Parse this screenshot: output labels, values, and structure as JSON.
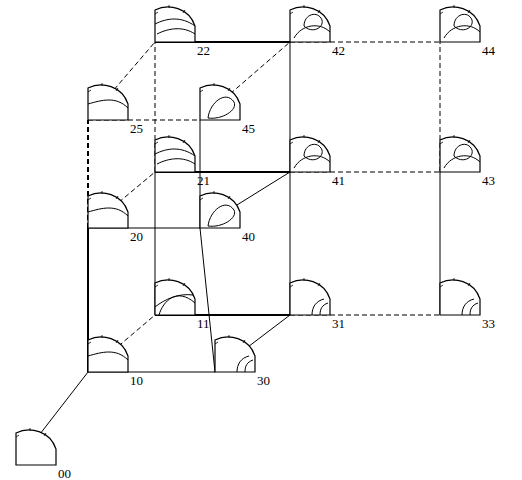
{
  "diagram": {
    "nodes": [
      {
        "text": [
          "00"
        ]
      },
      {
        "text": [
          "10"
        ]
      },
      {
        "text": [
          "30"
        ]
      },
      {
        "text": [
          "11"
        ]
      },
      {
        "text": [
          "31"
        ]
      },
      {
        "text": [
          "33"
        ]
      },
      {
        "text": [
          "20"
        ]
      },
      {
        "text": [
          "40"
        ]
      },
      {
        "text": [
          "21"
        ]
      },
      {
        "text": [
          "41"
        ]
      },
      {
        "text": [
          "43"
        ]
      },
      {
        "text": [
          "25"
        ]
      },
      {
        "text": [
          "45"
        ]
      },
      {
        "text": [
          "22"
        ]
      },
      {
        "text": [
          "42"
        ]
      },
      {
        "text": [
          "44"
        ]
      }
    ],
    "edges": [
      {
        "from": 0,
        "to": 1,
        "arrow": "none"
      },
      {
        "from": 1,
        "to": 2,
        "arrow": "none"
      },
      {
        "from": 1,
        "to": 3,
        "arrow": "none"
      },
      {
        "from": 1,
        "to": 6,
        "arrow": "none"
      },
      {
        "from": 2,
        "to": 4,
        "arrow": "none"
      },
      {
        "from": 2,
        "to": 7,
        "arrow": "none"
      },
      {
        "from": 3,
        "to": 4,
        "arrow": "none"
      },
      {
        "from": 3,
        "to": 8,
        "arrow": "none"
      },
      {
        "from": 4,
        "to": 5,
        "arrow": "none"
      },
      {
        "from": 4,
        "to": 9,
        "arrow": "none"
      },
      {
        "from": 6,
        "to": 8,
        "arrow": "none"
      },
      {
        "from": 6,
        "to": 7,
        "arrow": "none"
      },
      {
        "from": 6,
        "to": 11,
        "arrow": "none"
      },
      {
        "from": 7,
        "to": 9,
        "arrow": "none"
      },
      {
        "from": 7,
        "to": 12,
        "arrow": "none"
      },
      {
        "from": 8,
        "to": 9,
        "arrow": "none"
      },
      {
        "from": 8,
        "to": 13,
        "arrow": "none"
      },
      {
        "from": 9,
        "to": 10,
        "arrow": "none"
      },
      {
        "from": 9,
        "to": 14,
        "arrow": "none"
      },
      {
        "from": 5,
        "to": 10,
        "arrow": "none"
      },
      {
        "from": 11,
        "to": 13,
        "arrow": "none"
      },
      {
        "from": 11,
        "to": 12,
        "arrow": "none"
      },
      {
        "from": 12,
        "to": 14,
        "arrow": "none"
      },
      {
        "from": 13,
        "to": 14,
        "arrow": "none"
      },
      {
        "from": 14,
        "to": 15,
        "arrow": "none"
      },
      {
        "from": 10,
        "to": 15,
        "arrow": "none"
      }
    ]
  }
}
